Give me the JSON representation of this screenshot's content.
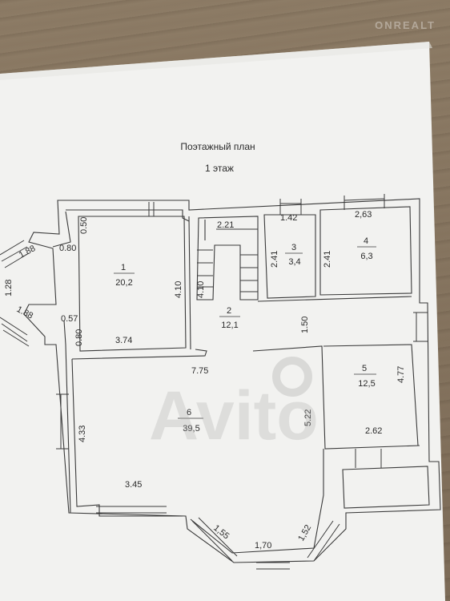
{
  "header": {
    "title": "Поэтажный план",
    "floor": "1 этаж"
  },
  "watermarks": {
    "top": "ONREALT",
    "center": "Avito"
  },
  "rooms": [
    {
      "number": "1",
      "area": "20,2"
    },
    {
      "number": "2",
      "area": "12,1"
    },
    {
      "number": "3",
      "area": "3,4"
    },
    {
      "number": "4",
      "area": "6,3"
    },
    {
      "number": "5",
      "area": "12,5"
    },
    {
      "number": "6",
      "area": "39,5"
    }
  ],
  "dimensions": {
    "d_1_88_top": "1.88",
    "d_0_80_top": "0.80",
    "d_0_50": "0.50",
    "d_1_28": "1.28",
    "d_1_88_bottom": "1.88",
    "d_0_57": "0.57",
    "d_0_80_bottom": "0.80",
    "d_3_74": "3.74",
    "d_4_10_left": "4.10",
    "d_4_10_right": "4.10",
    "d_2_21": "2.21",
    "d_1_42": "1.42",
    "d_2_41_a": "2.41",
    "d_2_41_b": "2.41",
    "d_2_63": "2,63",
    "d_1_50": "1.50",
    "d_7_75": "7.75",
    "d_4_77": "4.77",
    "d_5_22": "5.22",
    "d_2_62": "2.62",
    "d_4_33": "4.33",
    "d_3_45": "3.45",
    "d_1_55": "1,55",
    "d_1_70": "1,70",
    "d_1_52": "1,52"
  }
}
